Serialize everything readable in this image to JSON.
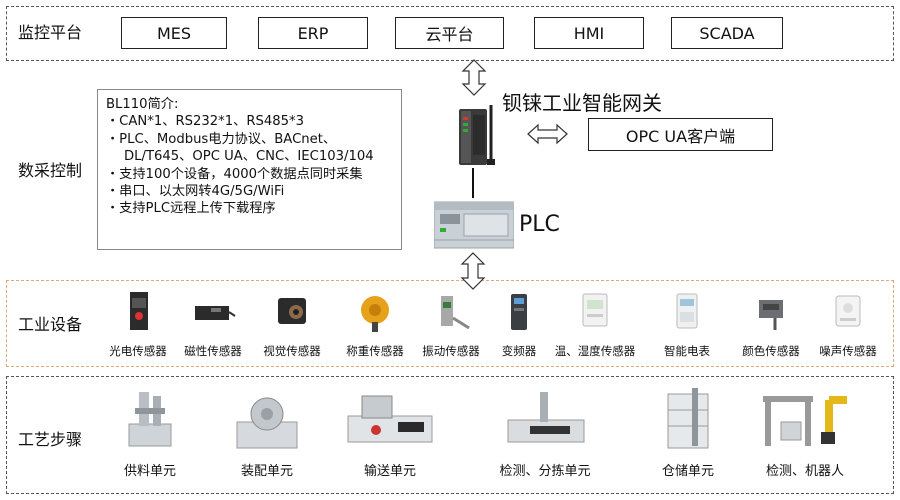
{
  "bands": {
    "monitor": "监控平台",
    "acquisition": "数采控制",
    "equipment": "工业设备",
    "process": "工艺步骤"
  },
  "systems": [
    "MES",
    "ERP",
    "云平台",
    "HMI",
    "SCADA"
  ],
  "intro": {
    "title": "BL110简介:",
    "lines": [
      "・CAN*1、RS232*1、RS485*3",
      "・PLC、Modbus电力协议、BACnet、",
      "DL/T645、OPC UA、CNC、IEC103/104",
      "・支持100个设备，4000个数据点同时采集",
      "・串口、以太网转4G/5G/WiFi",
      "・支持PLC远程上传下载程序"
    ]
  },
  "gateway": {
    "title": "钡铼工业智能网关",
    "image_icon": "industrial-gateway-icon"
  },
  "opc_client": "OPC UA客户端",
  "plc": {
    "label": "PLC",
    "image_icon": "plc-module-icon"
  },
  "devices": [
    {
      "label": "光电传感器",
      "icon": "photoelectric-sensor-icon"
    },
    {
      "label": "磁性传感器",
      "icon": "magnetic-sensor-icon"
    },
    {
      "label": "视觉传感器",
      "icon": "vision-sensor-icon"
    },
    {
      "label": "称重传感器",
      "icon": "weighing-sensor-icon"
    },
    {
      "label": "振动传感器",
      "icon": "vibration-sensor-icon"
    },
    {
      "label": "变频器",
      "icon": "inverter-icon"
    },
    {
      "label": "温、湿度传感器",
      "icon": "temp-humidity-sensor-icon"
    },
    {
      "label": "智能电表",
      "icon": "smart-meter-icon"
    },
    {
      "label": "颜色传感器",
      "icon": "color-sensor-icon"
    },
    {
      "label": "噪声传感器",
      "icon": "noise-sensor-icon"
    }
  ],
  "steps": [
    {
      "label": "供料单元",
      "icon": "feeding-unit-icon"
    },
    {
      "label": "装配单元",
      "icon": "assembly-unit-icon"
    },
    {
      "label": "输送单元",
      "icon": "conveyor-unit-icon"
    },
    {
      "label": "检测、分拣单元",
      "icon": "inspection-sorting-unit-icon"
    },
    {
      "label": "仓储单元",
      "icon": "storage-unit-icon"
    },
    {
      "label": "检测、机器人",
      "icon": "inspection-robot-icon"
    }
  ],
  "colors": {
    "dashed_border": "#555555",
    "equipment_border": "#e0a87a",
    "arrow": "#333333"
  }
}
